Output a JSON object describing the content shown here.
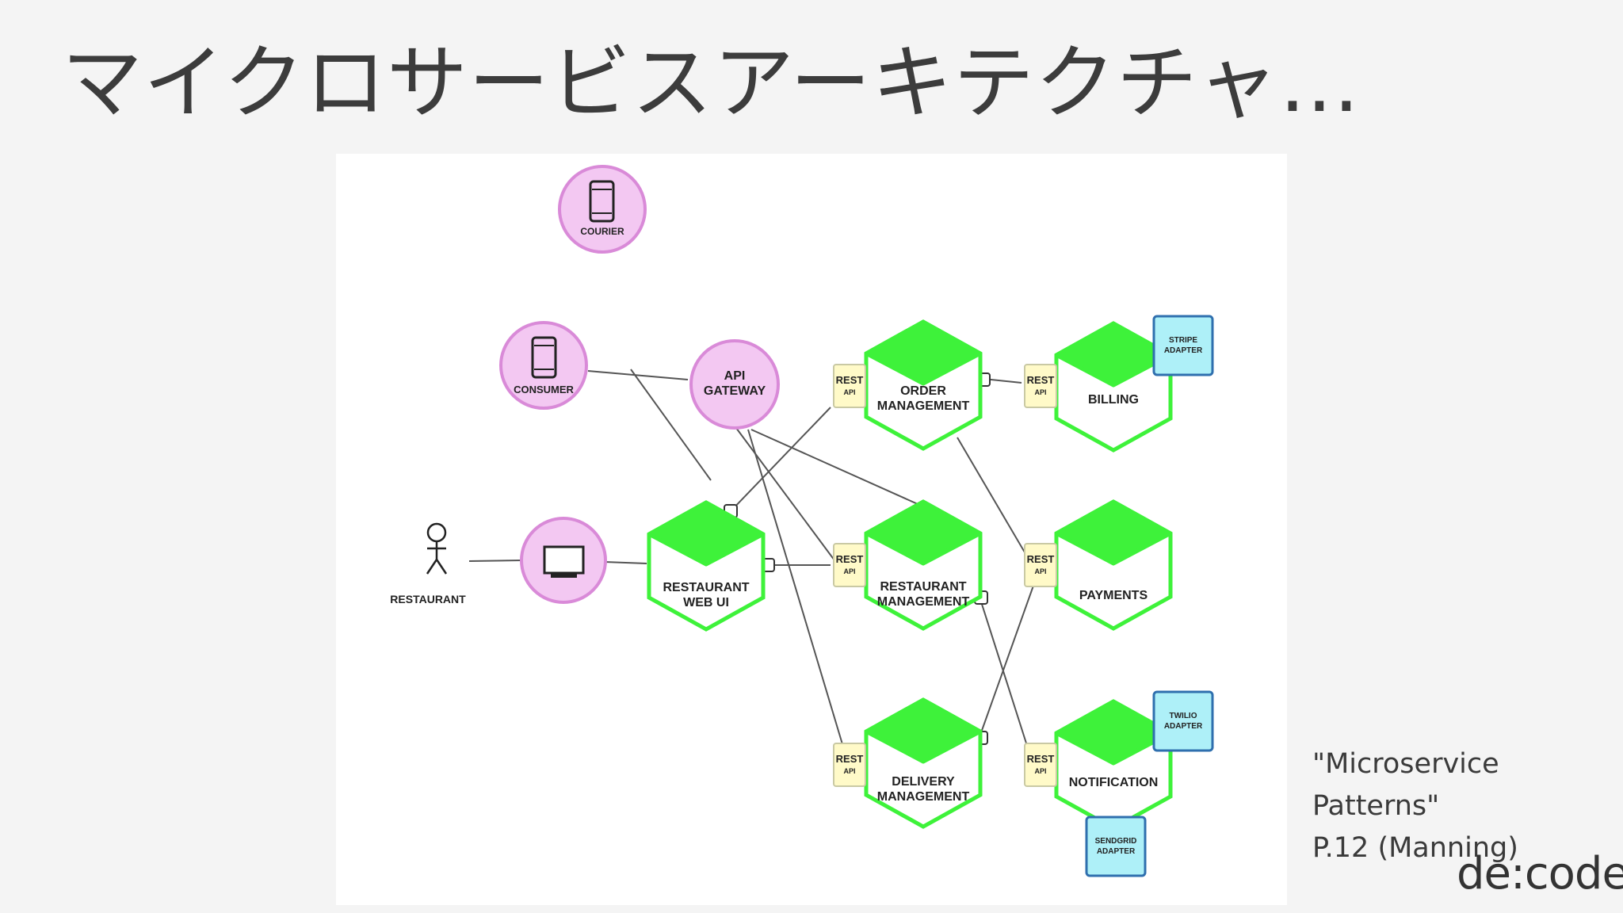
{
  "title": "マイクロサービスアーキテクチャ…",
  "clients": {
    "courier": "COURIER",
    "consumer": "CONSUMER",
    "gateway_line1": "API",
    "gateway_line2": "GATEWAY",
    "restaurant_actor": "RESTAURANT"
  },
  "services": {
    "web_ui_line1": "RESTAURANT",
    "web_ui_line2": "WEB UI",
    "order_line1": "ORDER",
    "order_line2": "MANAGEMENT",
    "restaurant_mgmt_line1": "RESTAURANT",
    "restaurant_mgmt_line2": "MANAGEMENT",
    "delivery_line1": "DELIVERY",
    "delivery_line2": "MANAGEMENT",
    "billing": "BILLING",
    "payments": "PAYMENTS",
    "notification": "NOTIFICATION"
  },
  "rest_api": {
    "line1": "REST",
    "line2": "API"
  },
  "adapters": {
    "stripe_line1": "STRIPE",
    "stripe_line2": "ADAPTER",
    "twilio_line1": "TWILIO",
    "twilio_line2": "ADAPTER",
    "sendgrid_line1": "SENDGRID",
    "sendgrid_line2": "ADAPTER"
  },
  "citation": {
    "line1": "\"Microservice Patterns\"",
    "line2": "P.12 (Manning)"
  },
  "brand": "de:code",
  "colors": {
    "service_green": "#3ef23a",
    "client_pink": "#f3c8f2",
    "client_border": "#d98ad8",
    "rest_yellow": "#fffac8",
    "adapter_blue": "#aef0f8",
    "adapter_border": "#2f6fae"
  }
}
